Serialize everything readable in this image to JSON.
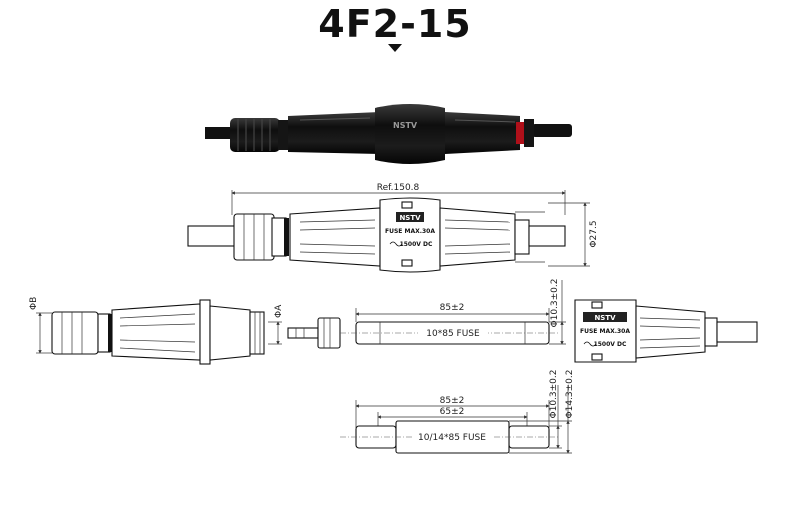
{
  "title": "4F2-15",
  "dimensions": {
    "overall_length": "Ref.150.8",
    "overall_diameter": "Φ27.5",
    "phi_b": "ΦB",
    "phi_a": "ΦA",
    "fuse1_length": "85±2",
    "fuse1_diameter": "Φ10.3±0.2",
    "fuse2_length_outer": "85±2",
    "fuse2_length_inner": "65±2",
    "fuse2_diameter_small": "Φ10.3±0.2",
    "fuse2_diameter_large": "Φ14.3±0.2"
  },
  "fuse_labels": {
    "fuse1": "10*85 FUSE",
    "fuse2": "10/14*85 FUSE"
  },
  "housing_markings": {
    "brand": "NSTV",
    "fuse_rating": "FUSE MAX.30A",
    "voltage": "1500V DC"
  }
}
